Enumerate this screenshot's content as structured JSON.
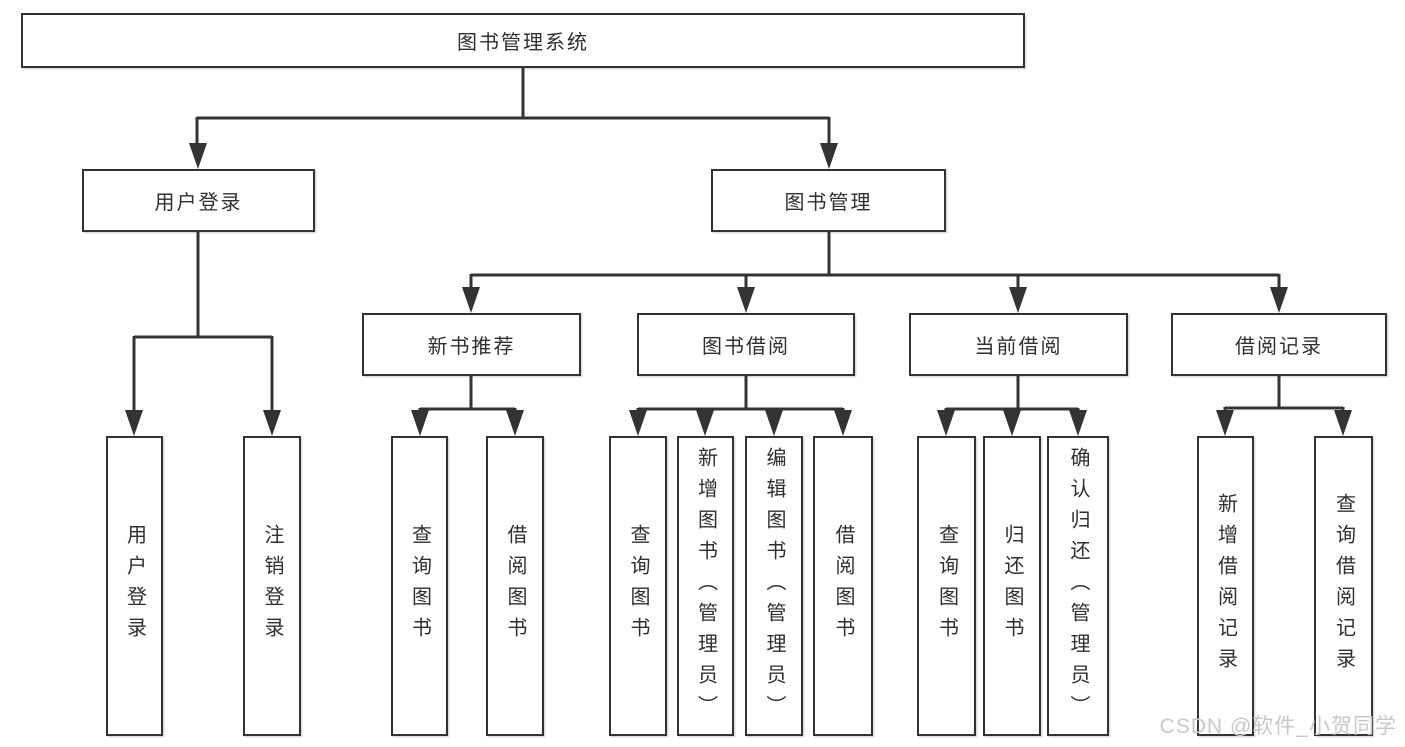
{
  "tree": {
    "root": {
      "label": "图书管理系统"
    },
    "branches": [
      {
        "label": "用户登录",
        "children": [
          {
            "label": "用户登录"
          },
          {
            "label": "注销登录"
          }
        ]
      },
      {
        "label": "图书管理",
        "children": [
          {
            "label": "新书推荐",
            "children": [
              {
                "label": "查询图书"
              },
              {
                "label": "借阅图书"
              }
            ]
          },
          {
            "label": "图书借阅",
            "children": [
              {
                "label": "查询图书"
              },
              {
                "label": "新增图书（管理员）"
              },
              {
                "label": "编辑图书（管理员）"
              },
              {
                "label": "借阅图书"
              }
            ]
          },
          {
            "label": "当前借阅",
            "children": [
              {
                "label": "查询图书"
              },
              {
                "label": "归还图书"
              },
              {
                "label": "确认归还（管理员）"
              }
            ]
          },
          {
            "label": "借阅记录",
            "children": [
              {
                "label": "新增借阅记录"
              },
              {
                "label": "查询借阅记录"
              }
            ]
          }
        ]
      }
    ]
  },
  "watermark": {
    "text": "CSDN @软件_小贺同学",
    "color": "#c8c8c8"
  },
  "colors": {
    "line": "#333333",
    "text": "#2f2f2f",
    "box_background": "#ffffff",
    "page_background": "#ffffff"
  }
}
